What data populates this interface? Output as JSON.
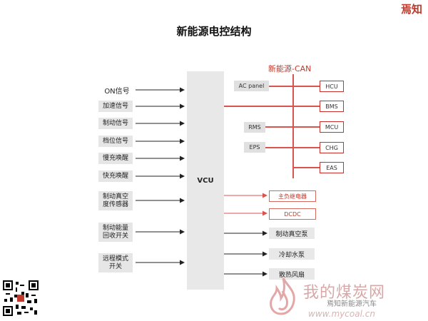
{
  "title": "新能源电控结构",
  "logo": "焉知",
  "vcu_label": "VCU",
  "can_label": "新能源-CAN",
  "inputs": [
    {
      "name": "input-on-signal",
      "label": "ON信号"
    },
    {
      "name": "input-accelerator-signal",
      "label": "加速信号"
    },
    {
      "name": "input-brake-signal",
      "label": "制动信号"
    },
    {
      "name": "input-gear-signal",
      "label": "档位信号"
    },
    {
      "name": "input-slow-charge-wake",
      "label": "慢充唤醒"
    },
    {
      "name": "input-fast-charge-wake",
      "label": "快充唤醒"
    },
    {
      "name": "input-brake-vacuum-sensor",
      "label": "制动真空度传感器",
      "lines": [
        "制动真空",
        "度传感器"
      ]
    },
    {
      "name": "input-brake-energy-recovery-switch",
      "label": "制动能量回收开关",
      "lines": [
        "制动能量",
        "回收开关"
      ]
    },
    {
      "name": "input-remote-mode-switch",
      "label": "远程模式开关",
      "lines": [
        "远程模式",
        "开关"
      ]
    }
  ],
  "can_nodes": [
    "HCU",
    "BMS",
    "MCU",
    "CHG",
    "EAS"
  ],
  "left_nodes": [
    "AC panel",
    "RMS",
    "EPS"
  ],
  "outputs_red": [
    "主负继电器",
    "DCDC"
  ],
  "outputs_grey": [
    "制动真空泵",
    "冷却水泵",
    "散热风扇"
  ],
  "watermark": {
    "text": "我的煤炭网",
    "sub": "焉知新能源汽车",
    "url": "www.mycoal.cn"
  },
  "colors": {
    "can_line": "#d9534f",
    "arrow": "#222222",
    "box_fill": "#e6e6e6",
    "logo": "#c0392b"
  }
}
